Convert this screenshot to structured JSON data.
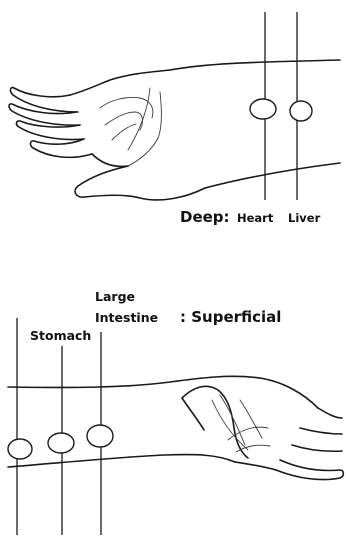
{
  "top_panel": {
    "category_label": "Deep:",
    "points": [
      {
        "label": "Heart"
      },
      {
        "label": "Liver"
      }
    ]
  },
  "bottom_panel": {
    "category_label": ": Superficial",
    "points": [
      {
        "label": "Stomach"
      },
      {
        "label_line1": "Large",
        "label_line2": "Intestine"
      }
    ]
  },
  "colors": {
    "ink": "#1a1a1a",
    "background": "#ffffff"
  }
}
